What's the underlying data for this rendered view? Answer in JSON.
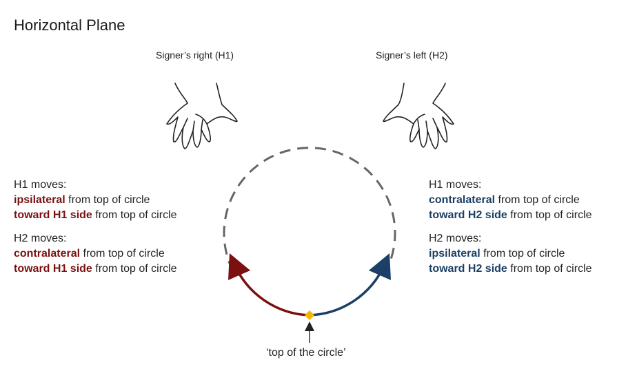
{
  "title": "Horizontal Plane",
  "labels": {
    "right_hand": "Signer’s right (H1)",
    "left_hand": "Signer’s left (H2)",
    "top_of_circle": "‘top of the circle’"
  },
  "left_block": {
    "h1_heading": "H1 moves:",
    "h1_line1_emph": "ipsilateral",
    "h1_line1_rest": " from top of circle",
    "h1_line2_emph": "toward H1 side",
    "h1_line2_rest": " from top of circle",
    "h2_heading": "H2 moves:",
    "h2_line1_emph": "contralateral",
    "h2_line1_rest": " from top of circle",
    "h2_line2_emph": "toward H1 side",
    "h2_line2_rest": " from top of circle"
  },
  "right_block": {
    "h1_heading": "H1 moves:",
    "h1_line1_emph": "contralateral",
    "h1_line1_rest": " from top of circle",
    "h1_line2_emph": "toward H2 side",
    "h1_line2_rest": " from top of circle",
    "h2_heading": "H2 moves:",
    "h2_line1_emph": "ipsilateral",
    "h2_line1_rest": " from top of circle",
    "h2_line2_emph": "toward H2 side",
    "h2_line2_rest": " from top of circle"
  },
  "colors": {
    "h1_side": "#7a1010",
    "h2_side": "#1b3f66",
    "circle_dashed": "#666666",
    "top_dot": "#f2b705"
  },
  "icons": [
    "right-hand-icon",
    "left-hand-icon",
    "up-arrow-icon"
  ]
}
